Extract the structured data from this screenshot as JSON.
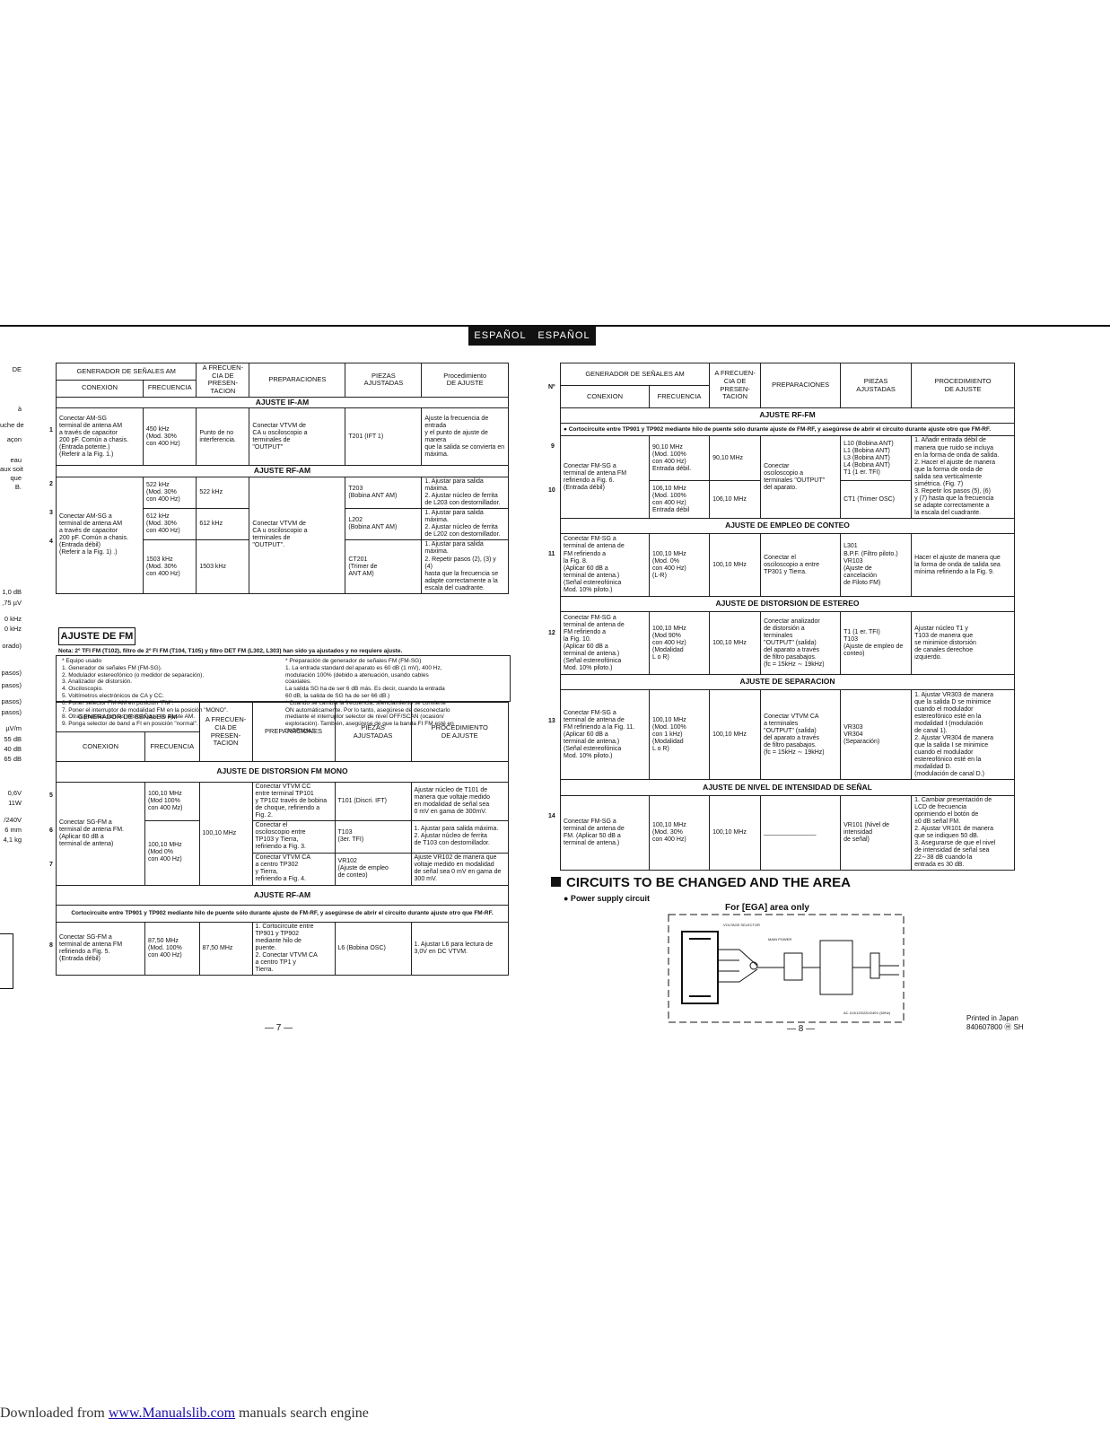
{
  "header": {
    "banner": [
      "ESPAÑOL",
      "ESPAÑOL"
    ]
  },
  "left_fragments": [
    "DE",
    "à",
    "uche de",
    "açon",
    "eau",
    "aux soit",
    "que",
    "B.",
    "1,0 dB",
    ",75 µV",
    "0 kHz",
    "0 kHz",
    "orado)",
    "pasos)",
    "pasos)",
    "pasos)",
    "pasos)",
    "µV/m",
    "55 dB",
    "40 dB",
    "65 dB",
    "0,6V",
    "11W",
    "/240V",
    "6 mm",
    "4,1 kg"
  ],
  "am_table": {
    "h_gen": "GENERADOR DE SEÑALES AM",
    "h_frecuencia_a": "A FRECUEN-\nCIA DE\nPRESEN-\nTACION",
    "h_prep": "PREPARACIONES",
    "h_piezas": "PIEZAS\nAJUSTADAS",
    "h_proc": "Procedimiento\nDE AJUSTE",
    "h_conexion": "CONEXION",
    "h_frecuencia": "FRECUENCIA",
    "sec_if": "AJUSTE IF-AM",
    "sec_rf": "AJUSTE RF-AM",
    "r1": {
      "num": "1",
      "conexion": "Conectar AM-SG\nterminal de antena AM\na través de capacitor\n200 pF. Común a chasis.\n(Entrada potente.)\n(Referir a la Fig. 1.)",
      "frecuencia": "450 kHz\n(Mod. 30%\ncon 400 Hz)",
      "presentacion": "Punto de no\ninterferencia.",
      "prep": "Conectar VTVM de\nCA u osciloscopio a\nterminales de\n\"OUTPUT\"",
      "piezas": "T201 (IFT 1)",
      "proc": "Ajuste la frecuencia de entrada\ny el punto de ajuste de manera\nque la salida se convierta en\nmáxima."
    },
    "rf_conexion": "Conectar AM-SG a\nterminal de antena AM\na través de capacitor\n200 pF. Común a chasis.\n(Entrada débil)\n(Referir a la Fig. 1) .)",
    "rf_prep": "Conectar VTVM de\nCA u osciloscopio a\nterminales de\n\"OUTPUT\".",
    "r2": {
      "num": "2",
      "frecuencia": "522 kHz\n(Mod. 30%\ncon 400 Hz)",
      "presentacion": "522 kHz",
      "piezas": "T203\n(Bobina ANT AM)",
      "proc": "1.  Ajustar para salida máxima.\n2.  Ajustar núcleo de ferrita\n     de L203 con destornillador."
    },
    "r3": {
      "num": "3",
      "frecuencia": "612 kHz\n(Mod. 30%\ncon 400 Hz)",
      "presentacion": "612 kHz",
      "piezas": "L202\n(Bobina ANT AM)",
      "proc": "1.  Ajustar para salida máxima.\n2.  Ajustar núcleo de ferrita\n     de L202 con destornillador."
    },
    "r4": {
      "num": "4",
      "frecuencia": "1503 kHz\n(Mod. 30%\ncon 400 Hz)",
      "presentacion": "1503 kHz",
      "piezas": "CT201\n(Trimer de\nANT AM)",
      "proc": "1.  Ajustar para salida máxima.\n2.  Repetir pasos (2), (3) y (4)\n     hasta que la frecuencia se\n     adapte correctamente a la\n     escala del cuadrante."
    }
  },
  "fm_section": {
    "title": "AJUSTE DE FM",
    "note": "Nota: 2º TFI FM (T102), filtro de 2º FI FM (T104, T105) y filtro DET FM (L302, L303) han sido ya ajustados y no requiere ajuste.",
    "equipo_left": "*  Equipo usado\n1.  Generador de señales FM (FM-SG).\n2.  Modulador estereofónico (o medidor de separación).\n3.  Analizador de distorsión.\n4.  Osciloscopio.\n5.  Voltímetros electrónicos de CA y CC.\n6.  Poner selector FM-AM en posición \"FM\".\n7.  Poner el interruptor de modalidad FM en la posición \"MONO\".\n8.  Otras puestas son las mismas que en ajuste AM.\n9.  Ponga selector de band a FI en posición \"normal\".",
    "equipo_right": "*  Preparación de generador de señales FM (FM-SG)\n1.  La entrada standard del aparato es 60 dB (1 mV), 400 Hz,\n     modulación 100% (debido a atenuación, usando cables\n     coaxiales.\n     La salida SG ha de ser 6 dB más. Es decir, cuando la entrada\n     60 dB, la salida de SG ha de ser 66 dB.)\n*  Cuando se cambia la frecuencia, silenciamiento se convierte\n   ON automáticamente. Por lo tanto, asegúrese de desconectarlo\n   mediante el interruptor selector de nivel OFF/SCAN (ocasión/\n   exploración).  También, asegúrese de que la banda FI FM esté en\n   \"NORMAL\"."
  },
  "fm_table": {
    "h_gen": "GENERADOR DE SEÑALES FM",
    "h_frecuencia_a": "A FRECUEN-\nCIA DE\nPRESEN-\nTACION",
    "h_prep": "PREPARACIONES",
    "h_piezas": "PIEZAS\nAJUSTADAS",
    "h_proc": "PROCEDIMIENTO\nDE AJUSTE",
    "h_conexion": "CONEXION",
    "h_frecuencia": "FRECUENCIA",
    "sec_mono": "AJUSTE DE DISTORSION FM MONO",
    "sec_rf": "AJUSTE RF-AM",
    "rf_note": "Cortocircuite entre TP901 y TP902 mediante hilo de puente sólo durante ajuste de FM-RF, y asegúrese de abrir el circuito durante ajuste otro que FM-RF.",
    "conexion_567": "Conectar SG-FM a\nterminal de antena FM.\n(Aplicar 60 dB a\nterminal de antena)",
    "presentacion_567": "100,10 MHz",
    "r5": {
      "num": "5",
      "frecuencia": "100,10 MHz\n(Mod 100%\ncon 400 Mz)",
      "prep": "Conectar VTVM CC\nentre terminal TP101\ny TP102 través de bobina\nde choque, refiriendo a\nFig. 2.",
      "piezas": "T101 (Discri. IFT)",
      "proc": "Ajustar núcleo de T101 de\nmanera que voltaje medido\nen modalidad de señal sea\n0 mV en gama de 300mV."
    },
    "f67": "100,10 MHz\n(Mod 0%\ncon 400 Hz)",
    "r6": {
      "num": "6",
      "prep": "Conectar el\nosciloscopio entre\nTP103  y Tierra,\nrefiriendo a Fig. 3.",
      "piezas": "T103\n(3er. TFI)",
      "proc": "1.  Ajustar para salida máxima.\n2.  Ajustar núcleo de ferrita\n     de T103 con destornillador."
    },
    "r7": {
      "num": "7",
      "prep": "Conectar VTVM CA\na centro TP302\ny Tierra,\nrefiriendo a Fig. 4.",
      "piezas": "VR102\n(Ajuste de empleo\nde conteo)",
      "proc": "Ajuste VR102 de manera que\nvoltaje medido en modalidad\nde señal sea 0 mV en gama de\n300 mV."
    },
    "r8": {
      "num": "8",
      "conexion": "Conectar SG-FM a\nterminal de antena FM\nrefiriendo a Fig. 5.\n(Entrada débil)",
      "frecuencia": "87,50 MHz\n(Mod. 100%\ncon 400 Hz)",
      "presentacion": "87,50 MHz",
      "prep": "1.  Cortocircuite entre\n     TP901 y TP902\n     mediante hilo de\n     puente.\n2.  Conectar VTVM CA\n     a centro TP1 y\n     Tierra.",
      "piezas": "L6 (Bobina OSC)",
      "proc": "1.  Ajustar L6 para lectura de\n     3,0V en DC VTVM."
    }
  },
  "rf_table": {
    "h_gen": "GENERADOR DE SEÑALES AM",
    "h_frecuencia_a": "A FRECUEN-\nCIA DE\nPRESEN-\nTACION",
    "h_prep": "PREPARACIONES",
    "h_piezas": "PIEZAS\nAJUSTADAS",
    "h_proc": "PROCEDIMIENTO\nDE AJUSTE",
    "h_no": "Nº",
    "h_conexion": "CONEXION",
    "h_frecuencia": "FRECUENCIA",
    "sec_rffm": "AJUSTE RF-FM",
    "rf_note": "●  Cortocircuite entre TP901 y TP902 mediante hilo de puente sólo durante ajuste de FM-RF, y asegúrese de abrir el circuito durante ajuste otro que FM-RF.",
    "conexion_910": "Conectar FM-SG a\nterminal de antena FM\nrefiriendo a Fig. 6.\n(Entrada débil)",
    "r9": {
      "num": "9",
      "frecuencia": "90,10 MHz\n(Mod. 100%\ncon 400 Hz)\nEntrada débil.",
      "presentacion": "90,10 MHz",
      "prep": "Conectar\nosciloscopio a\nterminales \"OUTPUT\"\ndel aparato.",
      "piezas": "L10 (Bobina ANT)\nL1   (Bobina ANT)\nL3   (Bobina ANT)\nL4   (Bobina ANT)\nT1   (1 er. TFI)"
    },
    "proc_910": "1.  Añadir entrada débil de\n     manera que ruido se incluya\n     en la forma de onda de salida.\n2.  Hacer el ajuste de manera\n     que la forma de onda de\n     salida sea verticalmente\n     simétrica. (Fig. 7)\n3.  Repetir los pasos (5), (6)\n     y (7) hasta que la frecuencia\n     se adapte correctamente a\n     la escala del cuadrante.",
    "r10": {
      "num": "10",
      "frecuencia": "106,10 MHz\n(Mod. 100%\ncon 400 Hz)\nEntrada débil",
      "presentacion": "106,10 MHz",
      "piezas": "CT1 (Trimer OSC)"
    },
    "sec_conteo": "AJUSTE DE EMPLEO DE CONTEO",
    "r11": {
      "num": "11",
      "conexion": "Conectar FM-SG a\nterminal de antena de\nFM refiriendo a\nla Fig. 8.\n(Aplicar 60 dB a\nterminal de antena.)\n(Señal estereofónica\nMod. 10% piloto.)",
      "frecuencia": "100,10 MHz\n(Mod. 0%\ncon 400 Hz)\n(L-R)",
      "presentacion": "100,10 MHz",
      "prep": "Conectar el\nosciloscopio a entre\nTP301  y Tierra.",
      "piezas": "L301\nB.P.F. (Filtro piloto.)\nVR103\n(Ajuste de\ncancelación\nde Filoto FM)",
      "proc": "Hacer el ajuste de manera que\nla forma de onda de salida sea\nmínima refiriendo a la Fig. 9."
    },
    "sec_estereo": "AJUSTE DE DISTORSION DE ESTEREO",
    "r12": {
      "num": "12",
      "conexion": "Conectar FM-SG a\nterminal de antena de\nFM refiriendo a\nla Fig. 10.\n(Aplicar 60 dB a\nterminal de antena.)\n(Señal estereofónica\nMod. 10% piloto.)",
      "frecuencia": "100,10 MHz\n(Mod 90%\ncon 400 Hz)\n(Modalidad\nL o R)",
      "presentacion": "100,10 MHz",
      "prep": "Conectar analizador\nde distorsión a\nterminales\n\"OUTPUT\" (salida)\ndel aparato a través\nde filtro pasabajos.\n(fc = 15kHz ∼ 19kHz)",
      "piezas": "T1 (1 er. TFI)\nT103\n(Ajuste de empleo de\nconteo)",
      "proc": "Ajustar núcleo T1 y\nT103 de manera que\nse minimice distorsión\nde canales derechoe\nizquierdo."
    },
    "sec_sep": "AJUSTE DE SEPARACION",
    "r13": {
      "num": "13",
      "conexion": "Conectar FM-SG a\nterminal de antena de\nFM refiriendo a la Fig. 11.\n(Aplicar 60 dB a\nterminal de antena.)\n(Señal estereofónica\nMod. 10% piloto.)",
      "frecuencia": "100,10 MHz\n(Mod. 100%\ncon 1 kHz)\n(Modalidad\nL o R)",
      "presentacion": "100,10 MHz",
      "prep": "Conectar VTVM CA\na terminales\n\"OUTPUT\" (salida)\ndel aparato a través\nde filtro pasabajos.\n(fc = 15kHz ∼ 19kHz)",
      "piezas": "VR303\nVR304\n(Separación)",
      "proc": "1.  Ajustar VR303 de manera\n     que la salida D se minimice\n     cuando el modulador\n     estereofónico esté en la\n     modalidad I (modulación\n     de canal 1).\n2.  Ajustar VR304 de manera\n     que la salida I se minimice\n     cuando el modulador\n     estereofónico esté en la\n     modalidad D.\n     (modulación de canal D.)"
    },
    "sec_nivel": "AJUSTE DE NIVEL DE INTENSIDAD DE SEÑAL",
    "r14": {
      "num": "14",
      "conexion": "Conectar FM-SG a\nterminal de antena de\nFM. (Aplicar 50 dB a\nterminal de antena.)",
      "frecuencia": "100,10 MHz\n(Mod. 30%\ncon 400 Hz)",
      "presentacion": "100,10 MHz",
      "prep": "_______________",
      "piezas": "VR101 (Nivel de\nintensidad\nde señal)",
      "proc": "1.  Cambiar presentación de\n     LCD de frecuencia\n     oprimiendo el botón de\n     ±0 dB señal FM.\n2.  Ajustar VR101 de manera\n     que se indiquen 50 dB.\n3.  Asegurarse de que el nivel\n     de intensidad de señal sea\n     22∼38 dB cuando la\n     entrada es 30 dB."
    }
  },
  "circuits": {
    "title": "CIRCUITS TO BE CHANGED AND THE AREA",
    "sub": "●  Power supply circuit",
    "area": "For [EGA] area only",
    "diagram_labels": [
      "VOLTAGE\nSELECTOR",
      "MAIN POWER",
      "AC 110/120/220/240V\n(50Hz)"
    ]
  },
  "page_numbers": {
    "left": "— 7 —",
    "right": "— 8 —"
  },
  "printed": {
    "line1": "Printed in Japan",
    "line2": "840607800 Ⓗ SH"
  },
  "footer": {
    "prefix": "Downloaded from ",
    "link": "www.Manualslib.com",
    "suffix": " manuals search engine"
  }
}
